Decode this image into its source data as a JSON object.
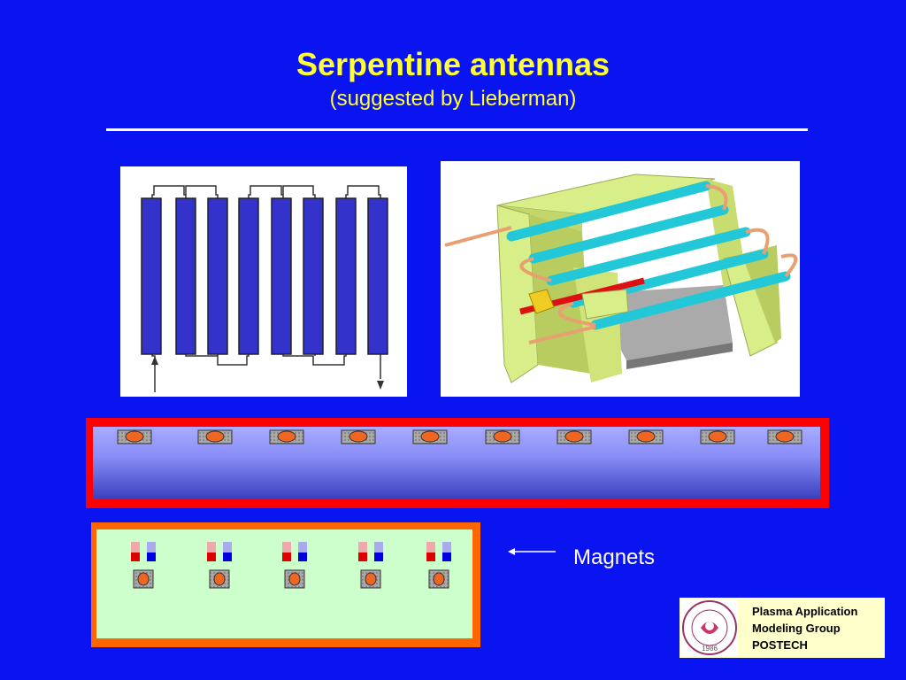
{
  "title": "Serpentine antennas",
  "subtitle": "(suggested by Lieberman)",
  "magnets_label": "Magnets",
  "footer": {
    "line1": "Plasma Application",
    "line2": "Modeling Group",
    "line3": "POSTECH"
  },
  "logo": {
    "year": "1986"
  },
  "colors": {
    "background": "#0a14f0",
    "title": "#ffff33",
    "antenna_blue": "#3333cc",
    "strip_border": "#ff0000",
    "bottom_border": "#ff6600",
    "bottom_fill": "#ccffcc",
    "magnet_red": "#dd0000",
    "magnet_blue": "#0000dd",
    "footer_fill": "#ffffcc"
  }
}
